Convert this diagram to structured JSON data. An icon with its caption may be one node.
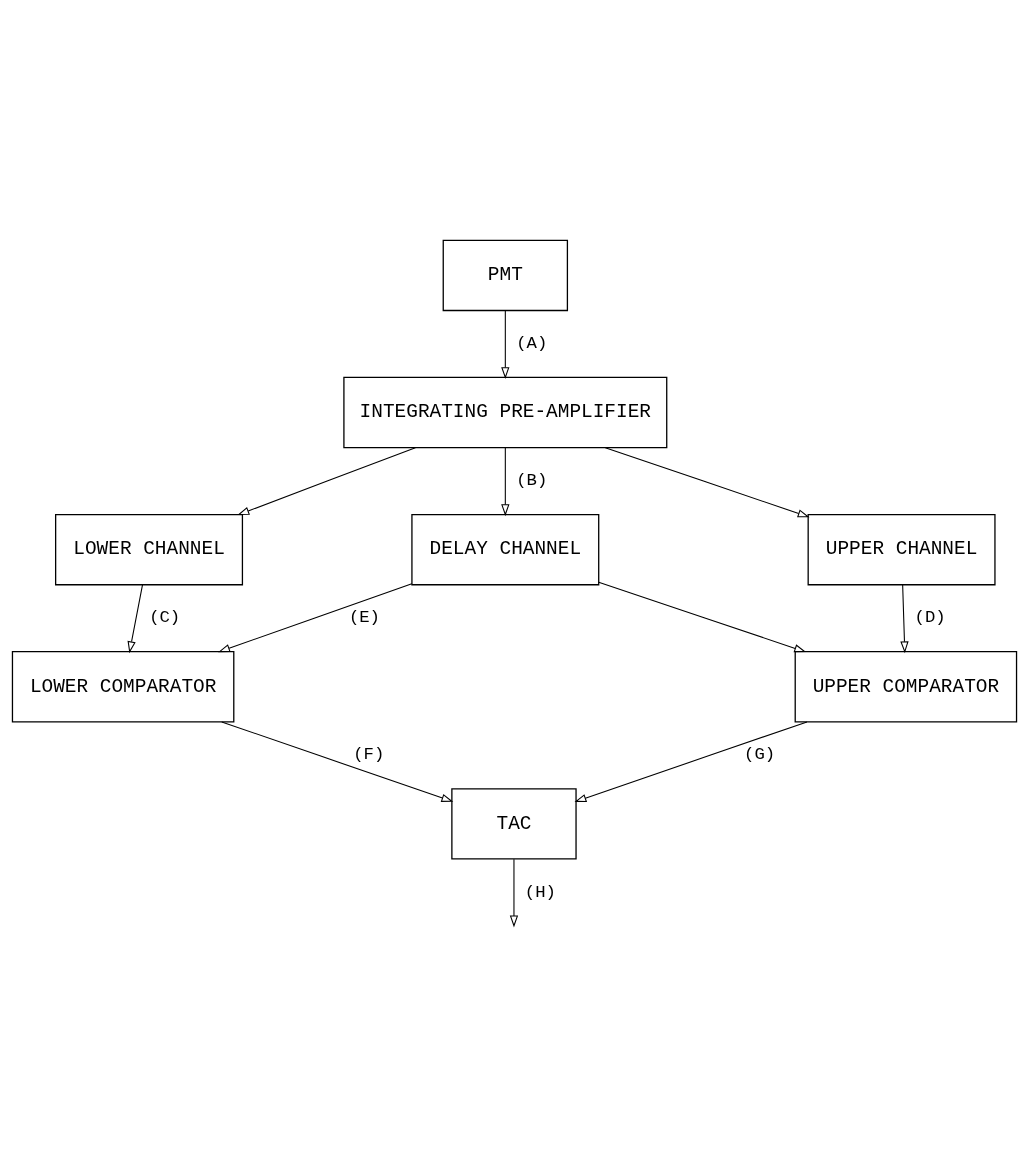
{
  "diagram": {
    "nodes": [
      {
        "text": [
          "PMT"
        ]
      },
      {
        "text": [
          "INTEGRATING PRE-AMPLIFIER"
        ]
      },
      {
        "text": [
          "LOWER CHANNEL"
        ]
      },
      {
        "text": [
          "UPPER CHANNEL"
        ]
      },
      {
        "text": [
          "DELAY CHANNEL"
        ]
      },
      {
        "text": [
          "LOWER COMPARATOR"
        ]
      },
      {
        "text": [
          "UPPER COMPARATOR"
        ]
      },
      {
        "text": [
          "TAC"
        ]
      }
    ],
    "edges": [
      {
        "from": 0,
        "to": 1,
        "arrow": "to",
        "label": "(A)"
      },
      {
        "from": 1,
        "to": 4,
        "arrow": "to",
        "label": "(B)"
      },
      {
        "from": 1,
        "to": 2,
        "arrow": "to"
      },
      {
        "from": 1,
        "to": 3,
        "arrow": "to"
      },
      {
        "from": 2,
        "to": 5,
        "arrow": "to",
        "label": "(C)"
      },
      {
        "from": 3,
        "to": 6,
        "arrow": "to",
        "label": "(D)"
      },
      {
        "from": 4,
        "to": 5,
        "arrow": "to",
        "label": "(E)"
      },
      {
        "from": 4,
        "to": 6,
        "arrow": "to"
      },
      {
        "from": 5,
        "to": 7,
        "arrow": "to",
        "label": "(F)"
      },
      {
        "from": 6,
        "to": 7,
        "arrow": "to",
        "label": "(G)"
      },
      {
        "from": 7,
        "to": null,
        "arrow": "to",
        "label": "(H)"
      }
    ]
  }
}
